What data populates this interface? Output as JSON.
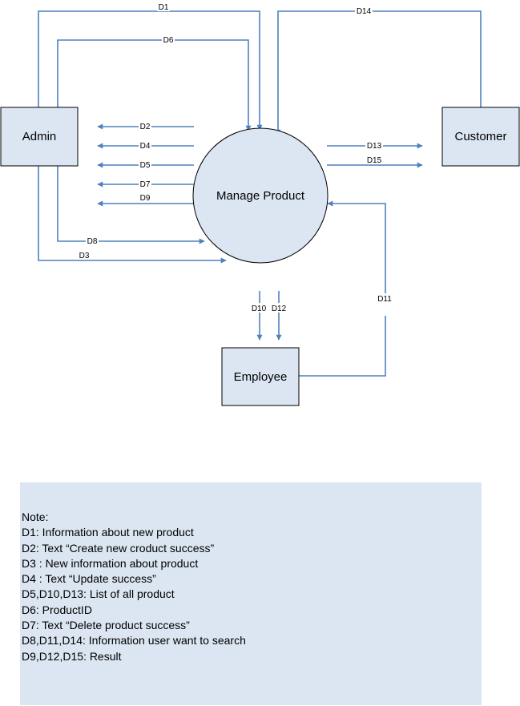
{
  "nodes": {
    "admin": "Admin",
    "customer": "Customer",
    "process": "Manage Product",
    "employee": "Employee"
  },
  "flows": {
    "d1": "D1",
    "d2": "D2",
    "d3": "D3",
    "d4": "D4",
    "d5": "D5",
    "d6": "D6",
    "d7": "D7",
    "d8": "D8",
    "d9": "D9",
    "d10": "D10",
    "d11": "D11",
    "d12": "D12",
    "d13": "D13",
    "d14": "D14",
    "d15": "D15"
  },
  "note": {
    "title": "Note:",
    "lines": [
      "D1: Information about new product",
      "D2: Text “Create new croduct success”",
      "D3 : New information about product",
      "D4 : Text “Update success”",
      "D5,D10,D13: List of all product",
      "D6: ProductID",
      "D7: Text “Delete product success”",
      "D8,D11,D14: Information user want to search",
      "D9,D12,D15: Result"
    ]
  },
  "colors": {
    "node_fill": "#dce6f2",
    "arrow": "#4f81bd",
    "note_fill": "#dce6f2"
  }
}
